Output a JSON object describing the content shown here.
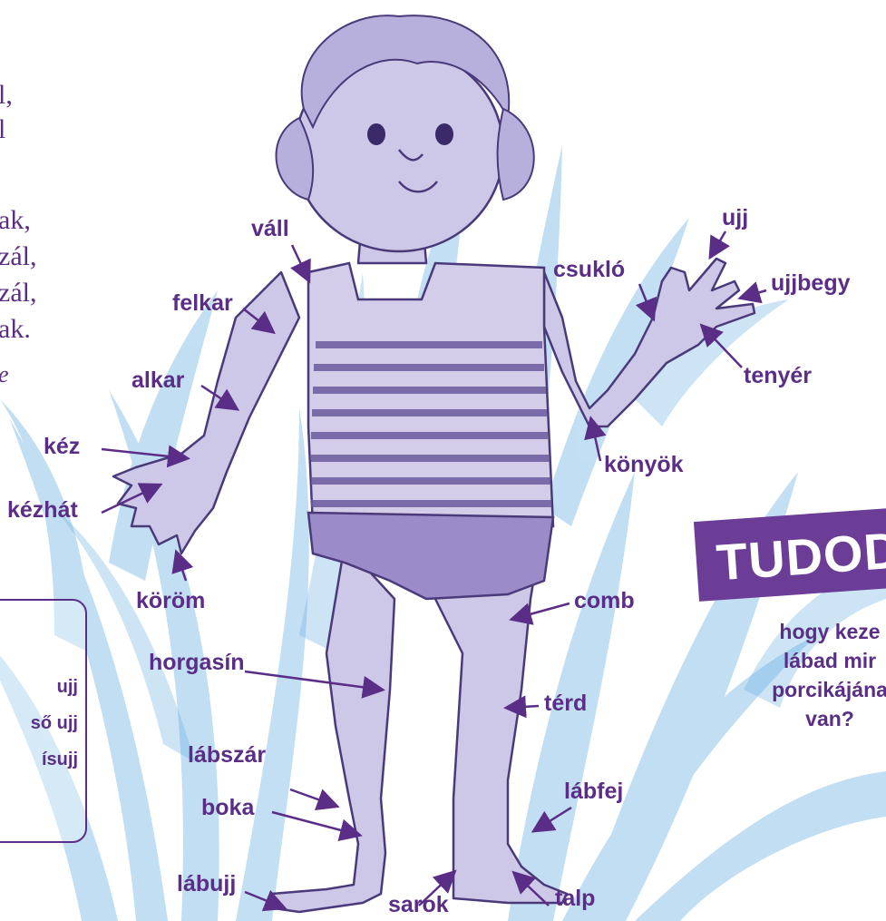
{
  "left_text": {
    "lines": [
      "l,",
      "l",
      "ak,",
      "zál,",
      "zál,",
      "ak."
    ],
    "italic_fragment": "e"
  },
  "fingers_box": {
    "items": [
      "ujj",
      "ső ujj",
      "ísujj"
    ]
  },
  "labels": {
    "vall": "váll",
    "felkar": "felkar",
    "alkar": "alkar",
    "kez": "kéz",
    "kezhat": "kézhát",
    "korom": "köröm",
    "horgasin": "horgasín",
    "labszar": "lábszár",
    "boka": "boka",
    "labujj": "lábujj",
    "sarok": "sarok",
    "talp": "talp",
    "labfej": "lábfej",
    "terd": "térd",
    "comb": "comb",
    "konyok": "könyök",
    "tenyer": "tenyér",
    "csuklo": "csukló",
    "ujj": "ujj",
    "ujjbegy": "ujjbegy"
  },
  "tudod": {
    "title": "TUDOD",
    "question_lines": [
      "hogy keze",
      "lábad mir",
      "porcikájána",
      "van?"
    ]
  },
  "colors": {
    "accent": "#5a2e86",
    "banner": "#6b3d96",
    "background_plants": "#a9d2ef",
    "figure_skin": "#c9c3e6",
    "figure_outline": "#4a3a7a"
  }
}
